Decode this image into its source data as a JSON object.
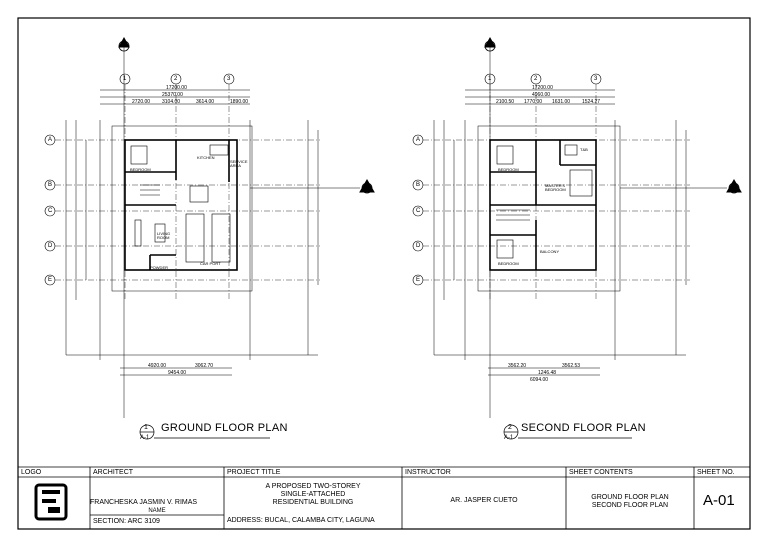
{
  "plans": [
    {
      "number": "1",
      "sheet_ref": "A-1",
      "title": "GROUND FLOOR PLAN",
      "grid_numbers": [
        "1",
        "2",
        "3"
      ],
      "grid_letters": [
        "A",
        "B",
        "C",
        "D",
        "E"
      ],
      "rooms": [
        "BEDROOM",
        "KITCHEN",
        "SERVICE AREA",
        "LIVING ROOM",
        "POWDER",
        "CAR PORT"
      ],
      "dims_top": [
        "17200.00",
        "25370.00",
        "2720.00",
        "3104.00",
        "3614.00",
        "1890.00"
      ],
      "dims_bottom": [
        "4920.00",
        "3062.70",
        "9454.00"
      ]
    },
    {
      "number": "2",
      "sheet_ref": "A-1",
      "title": "SECOND FLOOR PLAN",
      "grid_numbers": [
        "1",
        "2",
        "3"
      ],
      "grid_letters": [
        "A",
        "B",
        "C",
        "D",
        "E"
      ],
      "rooms": [
        "BEDROOM",
        "T&B",
        "MASTER'S BEDROOM",
        "BEDROOM",
        "BALCONY"
      ],
      "dims_top": [
        "17200.00",
        "4960.00",
        "2100.50",
        "1770.00",
        "1631.00",
        "1524.27"
      ],
      "dims_bottom": [
        "3562.20",
        "3562.53",
        "1246.48",
        "6094.00"
      ]
    }
  ],
  "title_block": {
    "logo_label": "LOGO",
    "architect_label": "ARCHITECT",
    "architect_name": "FRANCHESKA JASMIN V. RIMAS",
    "name_label": "NAME",
    "section": "SECTION: ARC 3109",
    "project_title_label": "PROJECT TITLE",
    "project_title_1": "A PROPOSED TWO-STOREY",
    "project_title_2": "SINGLE-ATTACHED",
    "project_title_3": "RESIDENTIAL BUILDING",
    "address": "ADDRESS: BUCAL, CALAMBA CITY, LAGUNA",
    "instructor_label": "INSTRUCTOR",
    "instructor_name": "AR. JASPER CUETO",
    "sheet_contents_label": "SHEET CONTENTS",
    "sheet_contents_1": "GROUND FLOOR PLAN",
    "sheet_contents_2": "SECOND FLOOR PLAN",
    "sheet_no_label": "SHEET NO.",
    "sheet_no": "A-01"
  }
}
